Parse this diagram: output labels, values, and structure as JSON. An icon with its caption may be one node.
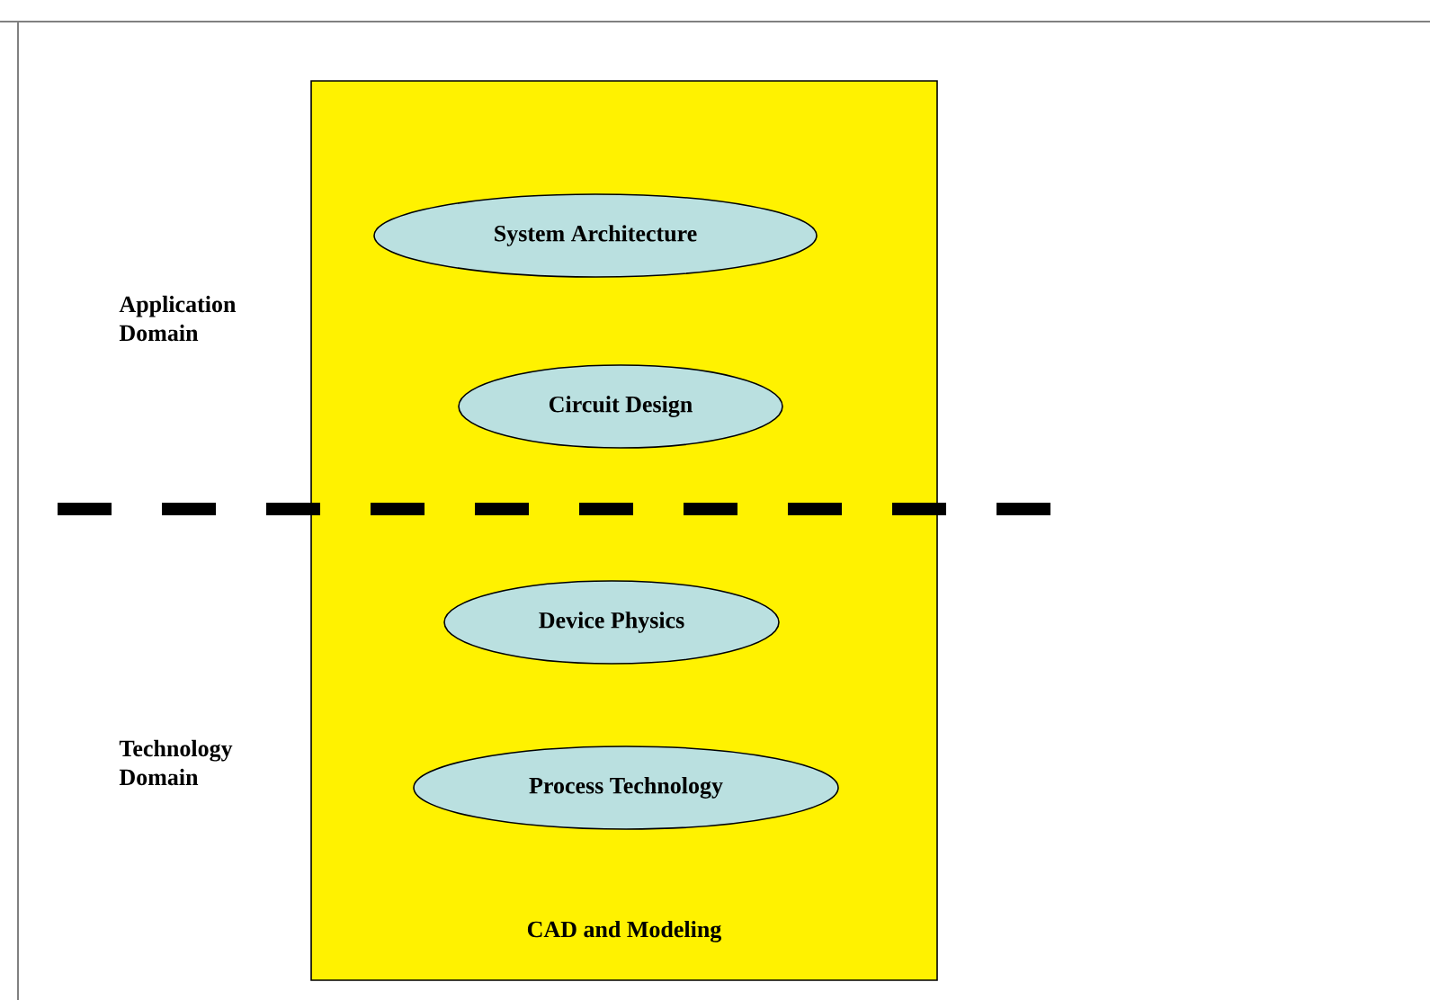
{
  "diagram": {
    "nodes": [
      {
        "text": [
          "CAD and Modeling"
        ]
      },
      {
        "text": [
          "System Architecture"
        ],
        "in": 0
      },
      {
        "text": [
          "Circuit Design"
        ],
        "in": 0
      },
      {
        "text": [
          "Device Physics"
        ],
        "in": 0
      },
      {
        "text": [
          "Process Technology"
        ],
        "in": 0
      }
    ],
    "labels": [
      "Application Domain",
      "Technology Domain"
    ]
  }
}
